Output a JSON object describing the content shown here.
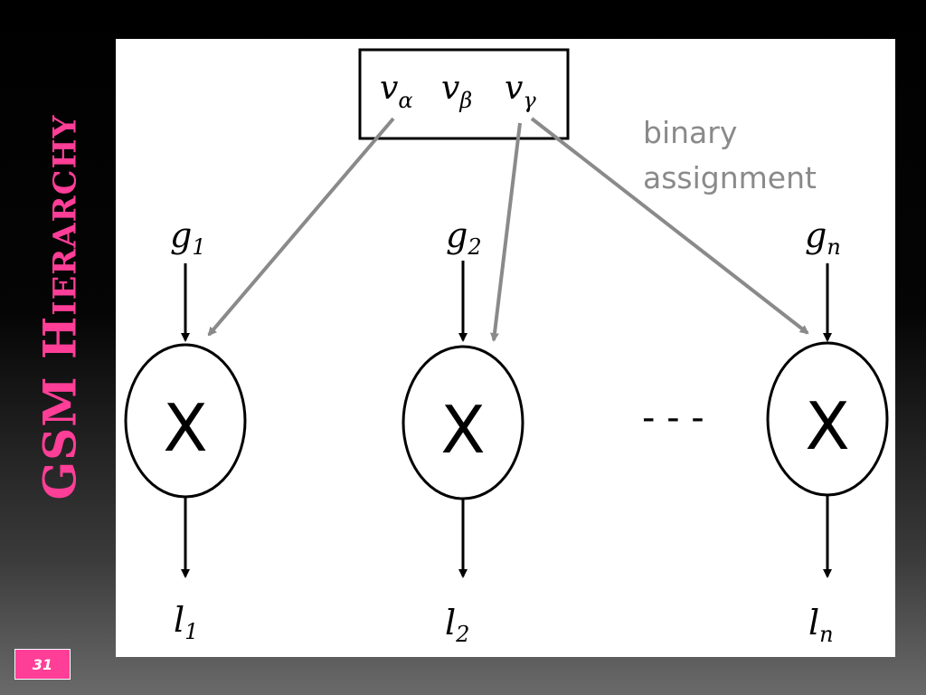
{
  "slide": {
    "title": "GSM Hierarchy",
    "page_number": "31",
    "accent_color": "#ff3e97"
  },
  "diagram": {
    "top_box": {
      "variables": [
        {
          "base": "v",
          "sub": "α"
        },
        {
          "base": "v",
          "sub": "β"
        },
        {
          "base": "v",
          "sub": "γ"
        }
      ]
    },
    "annotation": {
      "line1": "binary",
      "line2": "assignment",
      "color": "#8a8a8a"
    },
    "nodes": [
      {
        "input": {
          "base": "g",
          "sub": "1"
        },
        "symbol": "X",
        "output": {
          "base": "l",
          "sub": "1"
        }
      },
      {
        "input": {
          "base": "g",
          "sub": "2"
        },
        "symbol": "X",
        "output": {
          "base": "l",
          "sub": "2"
        }
      },
      {
        "input": {
          "base": "g",
          "sub": "n"
        },
        "symbol": "X",
        "output": {
          "base": "l",
          "sub": "n"
        }
      }
    ],
    "ellipsis": "- - -",
    "arrow_color_gray": "#8a8a8a",
    "arrow_color_black": "#000000"
  }
}
